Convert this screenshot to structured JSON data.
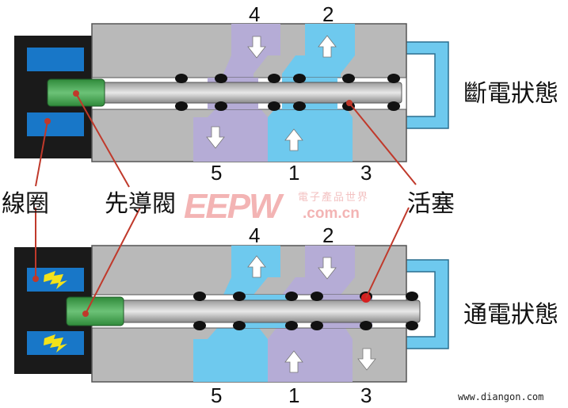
{
  "labels": {
    "state_off": "斷電狀態",
    "state_on": "通電狀態",
    "coil": "線圈",
    "pilot_valve": "先導閥",
    "piston": "活塞"
  },
  "ports_top": {
    "p4": "4",
    "p2": "2",
    "p5": "5",
    "p1": "1",
    "p3": "3"
  },
  "ports_bottom": {
    "p4": "4",
    "p2": "2",
    "p5": "5",
    "p1": "1",
    "p3": "3"
  },
  "watermark": {
    "logo": "EEPW",
    "cn": "電子產品世界",
    "url": ".com.cn"
  },
  "site_url": "www.diangon.com",
  "colors": {
    "body": "#b9b9b9",
    "coil_housing": "#1a1a1a",
    "coil_blue": "#1877c8",
    "passage_purple": "#b5acd6",
    "passage_blue": "#6ec9ee",
    "pilot_green": "#3f9a4a",
    "arrow_line": "#c0392b"
  }
}
